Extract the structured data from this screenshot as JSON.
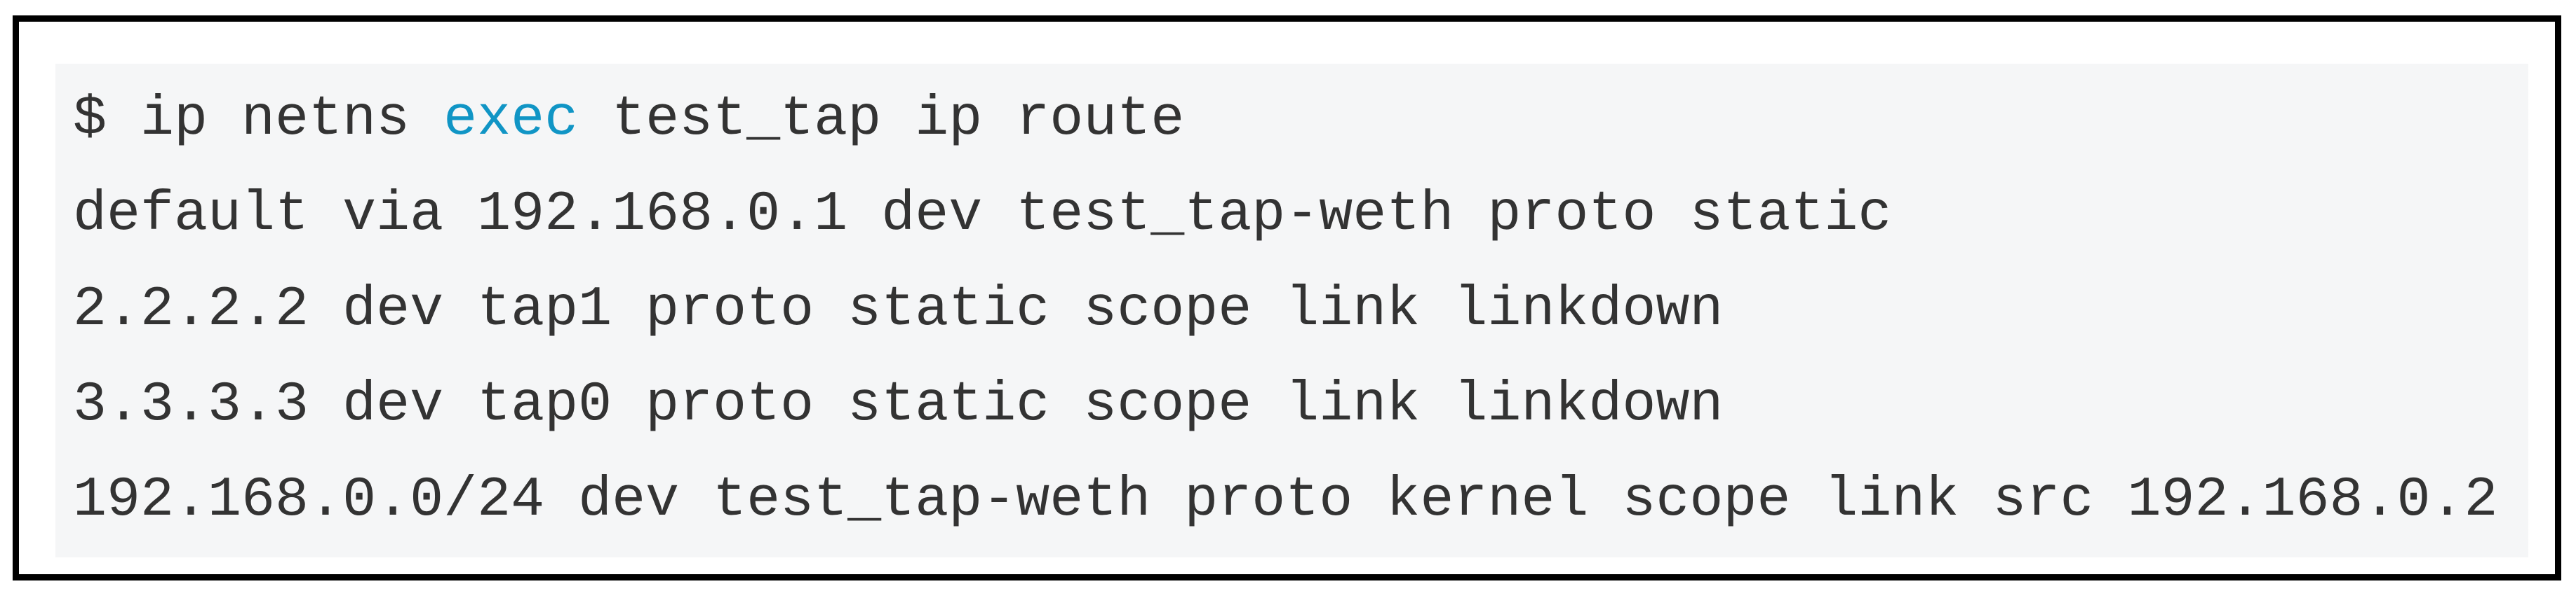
{
  "terminal": {
    "command_line": {
      "prefix": "$ ip netns ",
      "keyword": "exec",
      "suffix": " test_tap ip route"
    },
    "output_lines": [
      "default via 192.168.0.1 dev test_tap-weth proto static",
      "2.2.2.2 dev tap1 proto static scope link linkdown",
      "3.3.3.3 dev tap0 proto static scope link linkdown",
      "192.168.0.0/24 dev test_tap-weth proto kernel scope link src 192.168.0.2"
    ],
    "colors": {
      "keyword_highlight": "#1095c5",
      "text": "#333333",
      "code_background": "#f5f6f7",
      "frame_border": "#000000",
      "page_background": "#ffffff"
    }
  }
}
